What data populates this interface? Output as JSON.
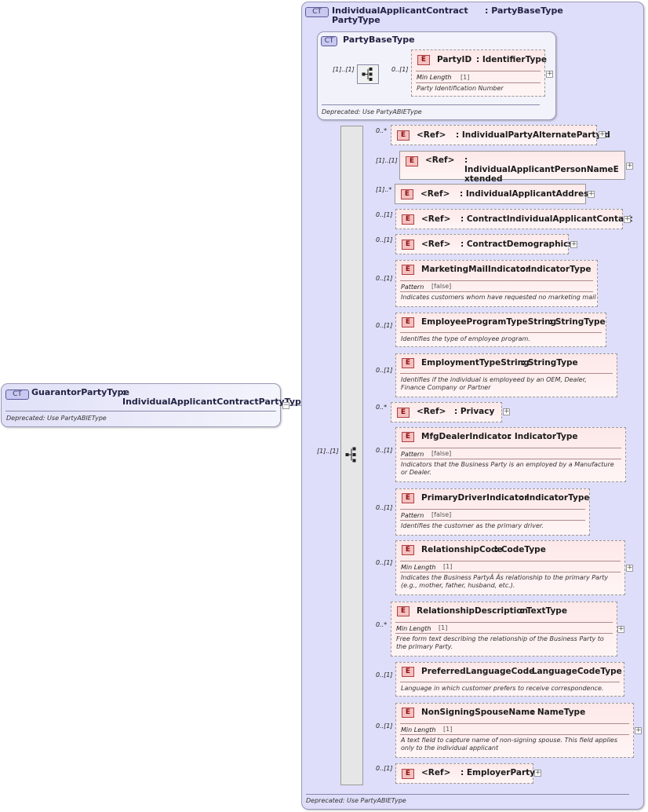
{
  "root": {
    "badge": "CT",
    "name": "GuarantorPartyType",
    "type": ": IndividualApplicantContractPartyType",
    "note": "Deprecated: Use PartyABIEType"
  },
  "outer": {
    "badge": "CT",
    "name": "IndividualApplicantContractPartyType",
    "type": ": PartyBaseType",
    "note": "Deprecated: Use PartyABIEType",
    "seq_card": "[1]..[1]"
  },
  "base": {
    "badge": "CT",
    "name": "PartyBaseType",
    "note": "Deprecated: Use PartyABIEType",
    "seq_card": "[1]..[1]",
    "party_id": {
      "badge": "E",
      "card": "0..[1]",
      "name": "PartyID",
      "type": ": IdentifierType",
      "facet": "Min Length",
      "facet_value": "[1]",
      "doc": "Party Identification Number"
    }
  },
  "elements": [
    {
      "badge": "E",
      "card": "0..*",
      "name": "<Ref>",
      "type": ": IndividualPartyAlternatePartyId"
    },
    {
      "badge": "E",
      "card": "[1]..[1]",
      "name": "<Ref>",
      "type": ": IndividualApplicantPersonNameExtended"
    },
    {
      "badge": "E",
      "card": "[1]..*",
      "name": "<Ref>",
      "type": ": IndividualApplicantAddress"
    },
    {
      "badge": "E",
      "card": "0..[1]",
      "name": "<Ref>",
      "type": ": ContractIndividualApplicantContact"
    },
    {
      "badge": "E",
      "card": "0..[1]",
      "name": "<Ref>",
      "type": ": ContractDemographics"
    },
    {
      "badge": "E",
      "card": "0..[1]",
      "name": "MarketingMailIndicator",
      "type": ": IndicatorType",
      "facet": "Pattern",
      "facet_value": "[false]",
      "doc": "Indicates customers whom have requested no marketing mail"
    },
    {
      "badge": "E",
      "card": "0..[1]",
      "name": "EmployeeProgramTypeString",
      "type": ": StringType",
      "doc": "Identifies the type of employee program."
    },
    {
      "badge": "E",
      "card": "0..[1]",
      "name": "EmploymentTypeString",
      "type": ": StringType",
      "doc": "Identifies if the individual is employeed by an OEM, Dealer, Finance Company or Partner"
    },
    {
      "badge": "E",
      "card": "0..*",
      "name": "<Ref>",
      "type": ": Privacy"
    },
    {
      "badge": "E",
      "card": "0..[1]",
      "name": "MfgDealerIndicator",
      "type": ": IndicatorType",
      "facet": "Pattern",
      "facet_value": "[false]",
      "doc": "Indicators that the Business Party is an employed by a Manufacture or Dealer."
    },
    {
      "badge": "E",
      "card": "0..[1]",
      "name": "PrimaryDriverIndicator",
      "type": ": IndicatorType",
      "facet": "Pattern",
      "facet_value": "[false]",
      "doc": "Identifies the customer as the primary driver."
    },
    {
      "badge": "E",
      "card": "0..[1]",
      "name": "RelationshipCode",
      "type": ": CodeType",
      "facet": "Min Length",
      "facet_value": "[1]",
      "doc": "Indicates the Business PartyÂ Âs relationship to the primary Party (e.g., mother, father, husband, etc.)."
    },
    {
      "badge": "E",
      "card": "0..*",
      "name": "RelationshipDescription",
      "type": ": TextType",
      "facet": "Min Length",
      "facet_value": "[1]",
      "doc": "Free form text describing the relationship of the Business Party to the primary Party."
    },
    {
      "badge": "E",
      "card": "0..[1]",
      "name": "PreferredLanguageCode",
      "type": ": LanguageCodeType",
      "doc": "Language in which customer prefers to receive correspondence."
    },
    {
      "badge": "E",
      "card": "0..[1]",
      "name": "NonSigningSpouseName",
      "type": ": NameType",
      "facet": "Min Length",
      "facet_value": "[1]",
      "doc": "A text field to capture name of non-signing spouse. This field applies only to the individual applicant"
    },
    {
      "badge": "E",
      "card": "0..[1]",
      "name": "<Ref>",
      "type": ": EmployerParty"
    }
  ]
}
